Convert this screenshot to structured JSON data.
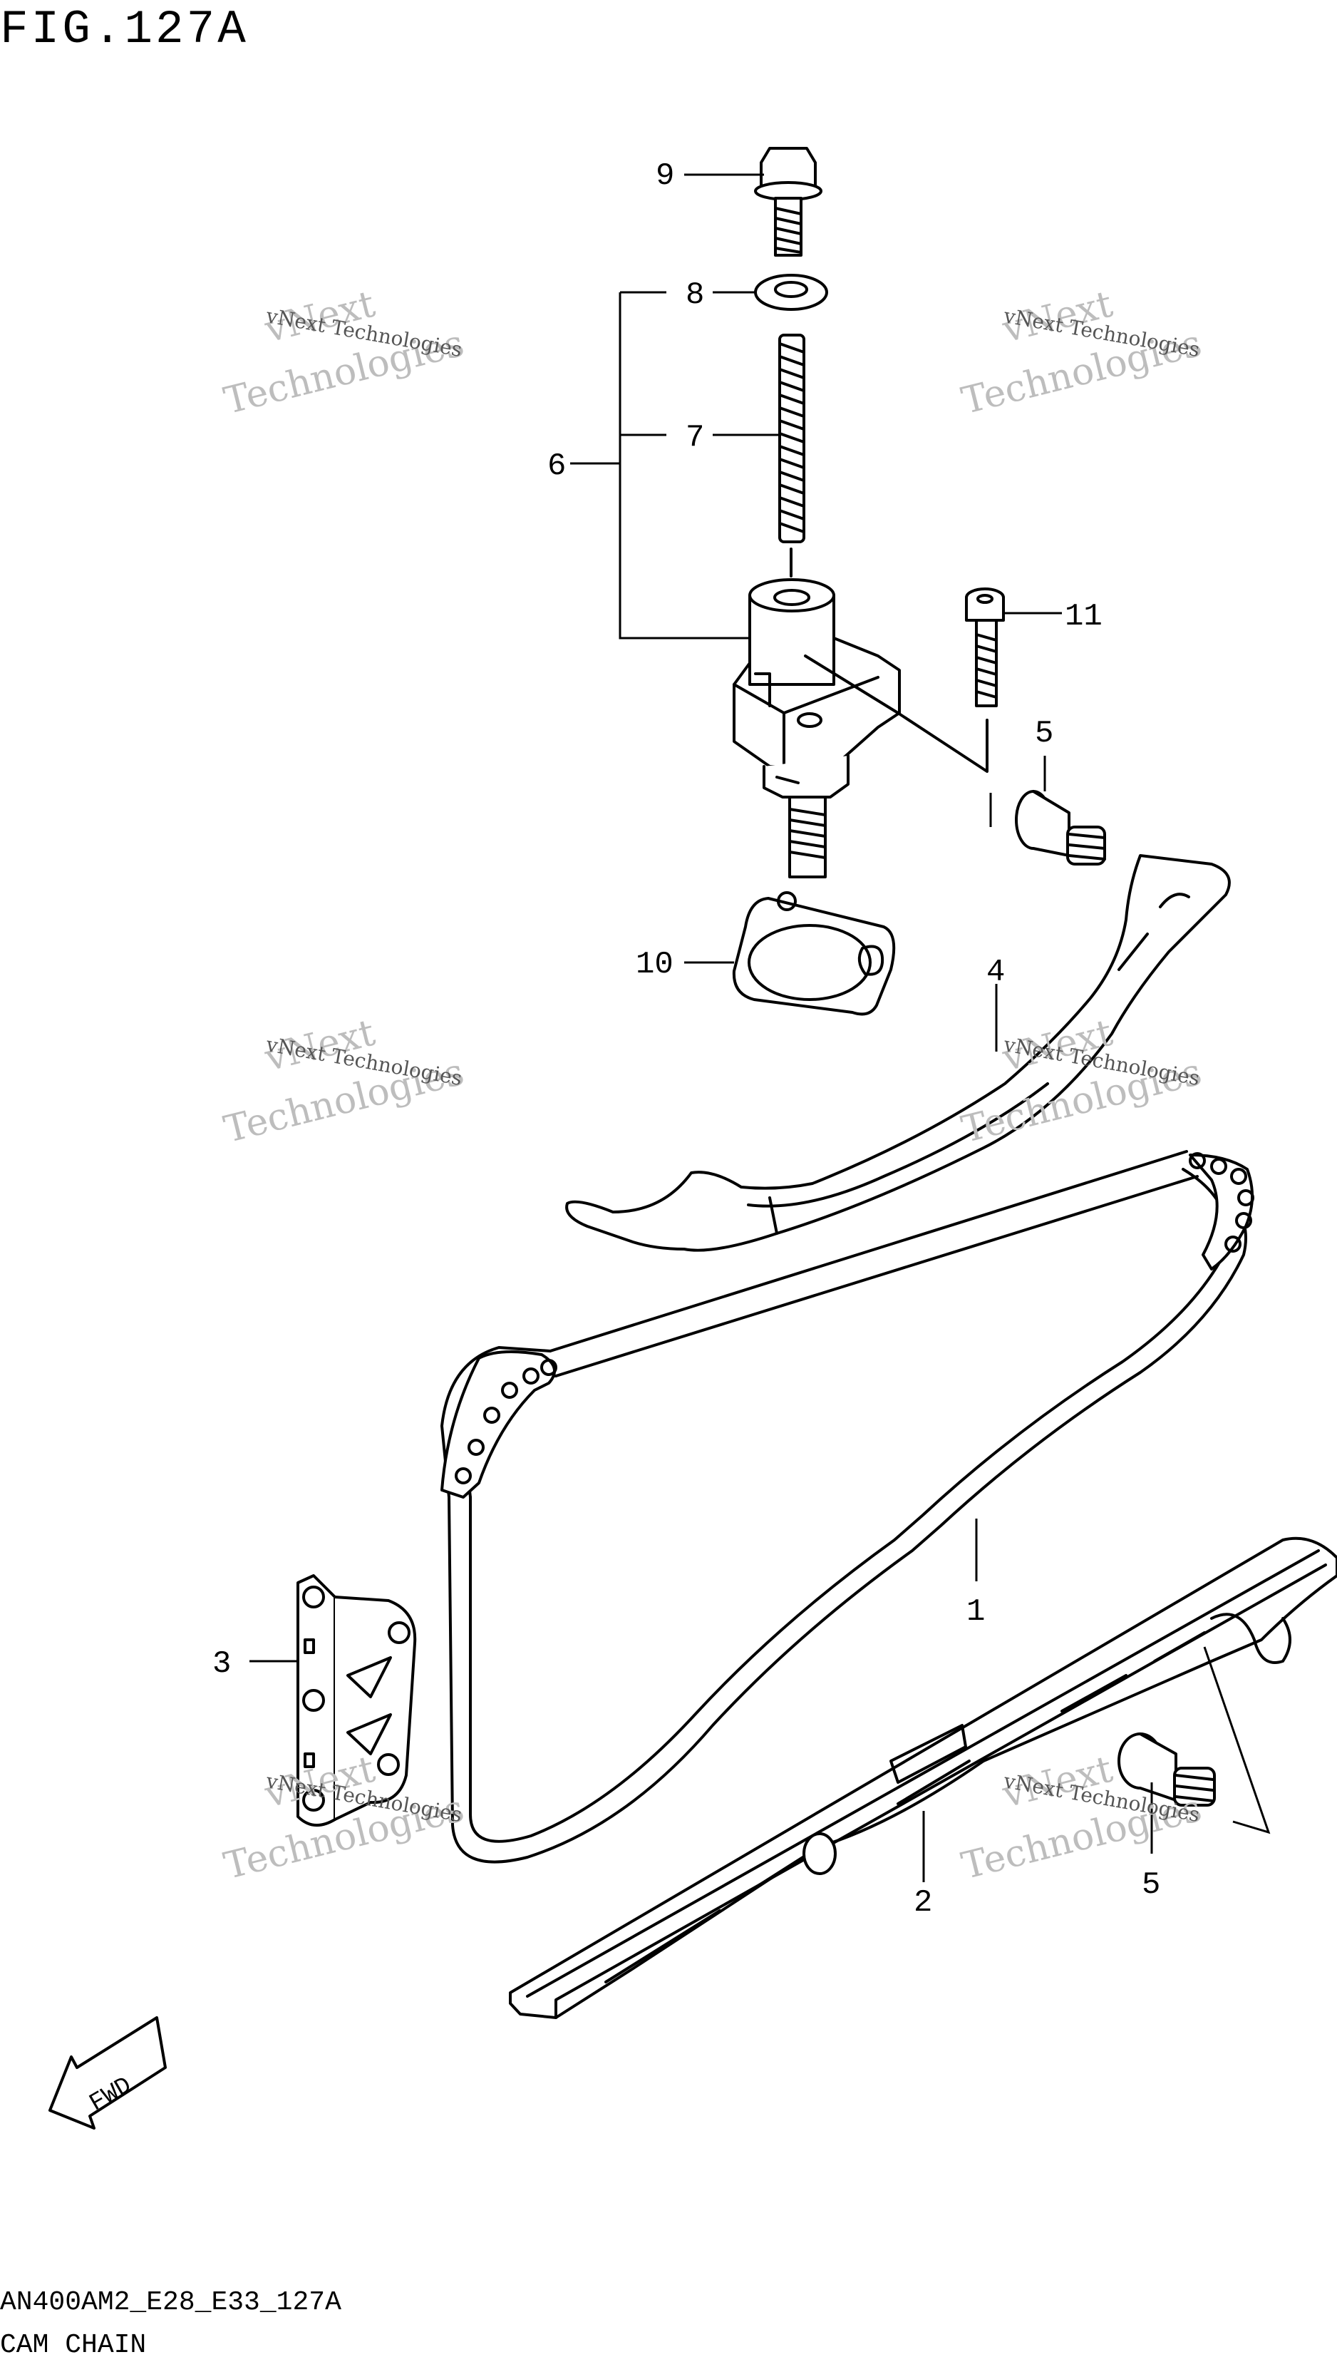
{
  "figure": {
    "title": "FIG.127A",
    "model_code": "AN400AM2_E28_E33_127A",
    "section_name": "CAM CHAIN"
  },
  "watermark": {
    "line1": "vNext",
    "line2": "Technologies",
    "small": "vNext Technologies"
  },
  "fwd_label": "FWD",
  "callouts": {
    "c1": "1",
    "c2": "2",
    "c3": "3",
    "c4": "4",
    "c5a": "5",
    "c5b": "5",
    "c6": "6",
    "c7": "7",
    "c8": "8",
    "c9": "9",
    "c10": "10",
    "c11": "11"
  },
  "colors": {
    "line": "#000000",
    "watermark": "#bdbdbd",
    "background": "#ffffff"
  }
}
